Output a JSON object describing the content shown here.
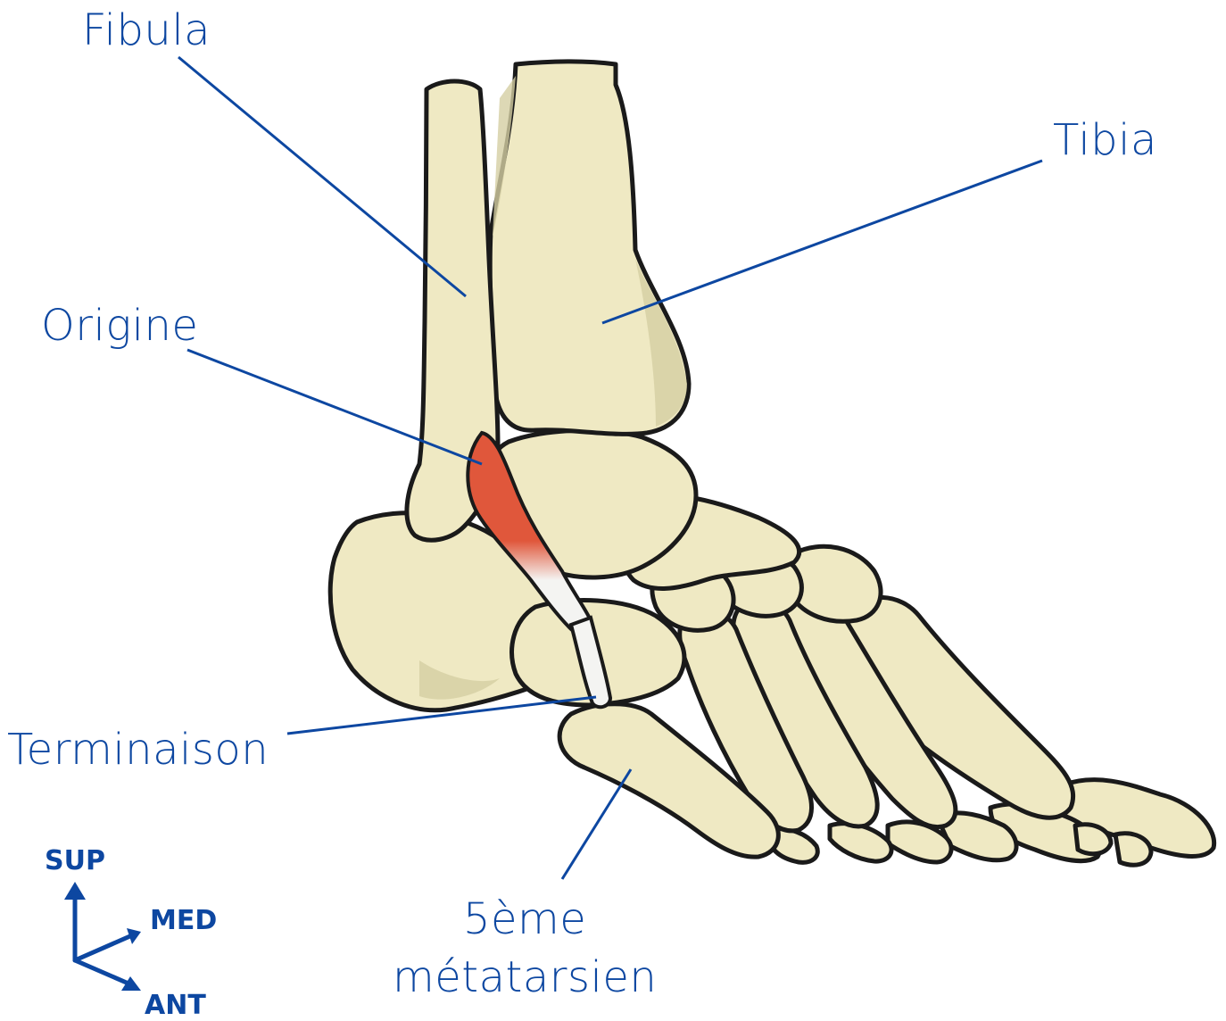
{
  "labels": {
    "fibula": "Fibula",
    "tibia": "Tibia",
    "origine": "Origine",
    "terminaison": "Terminaison",
    "fifth_metatarsal_line1": "5ème",
    "fifth_metatarsal_line2": "métatarsien"
  },
  "orientation": {
    "sup": "SUP",
    "med": "MED",
    "ant": "ANT"
  },
  "colors": {
    "label_blue": "#0d47a1",
    "bone_fill": "#efe9c3",
    "bone_shadow": "#d5cea3",
    "bone_outline": "#1a1a1a",
    "muscle_red": "#e0573b",
    "tendon_white": "#f4f4f2"
  }
}
